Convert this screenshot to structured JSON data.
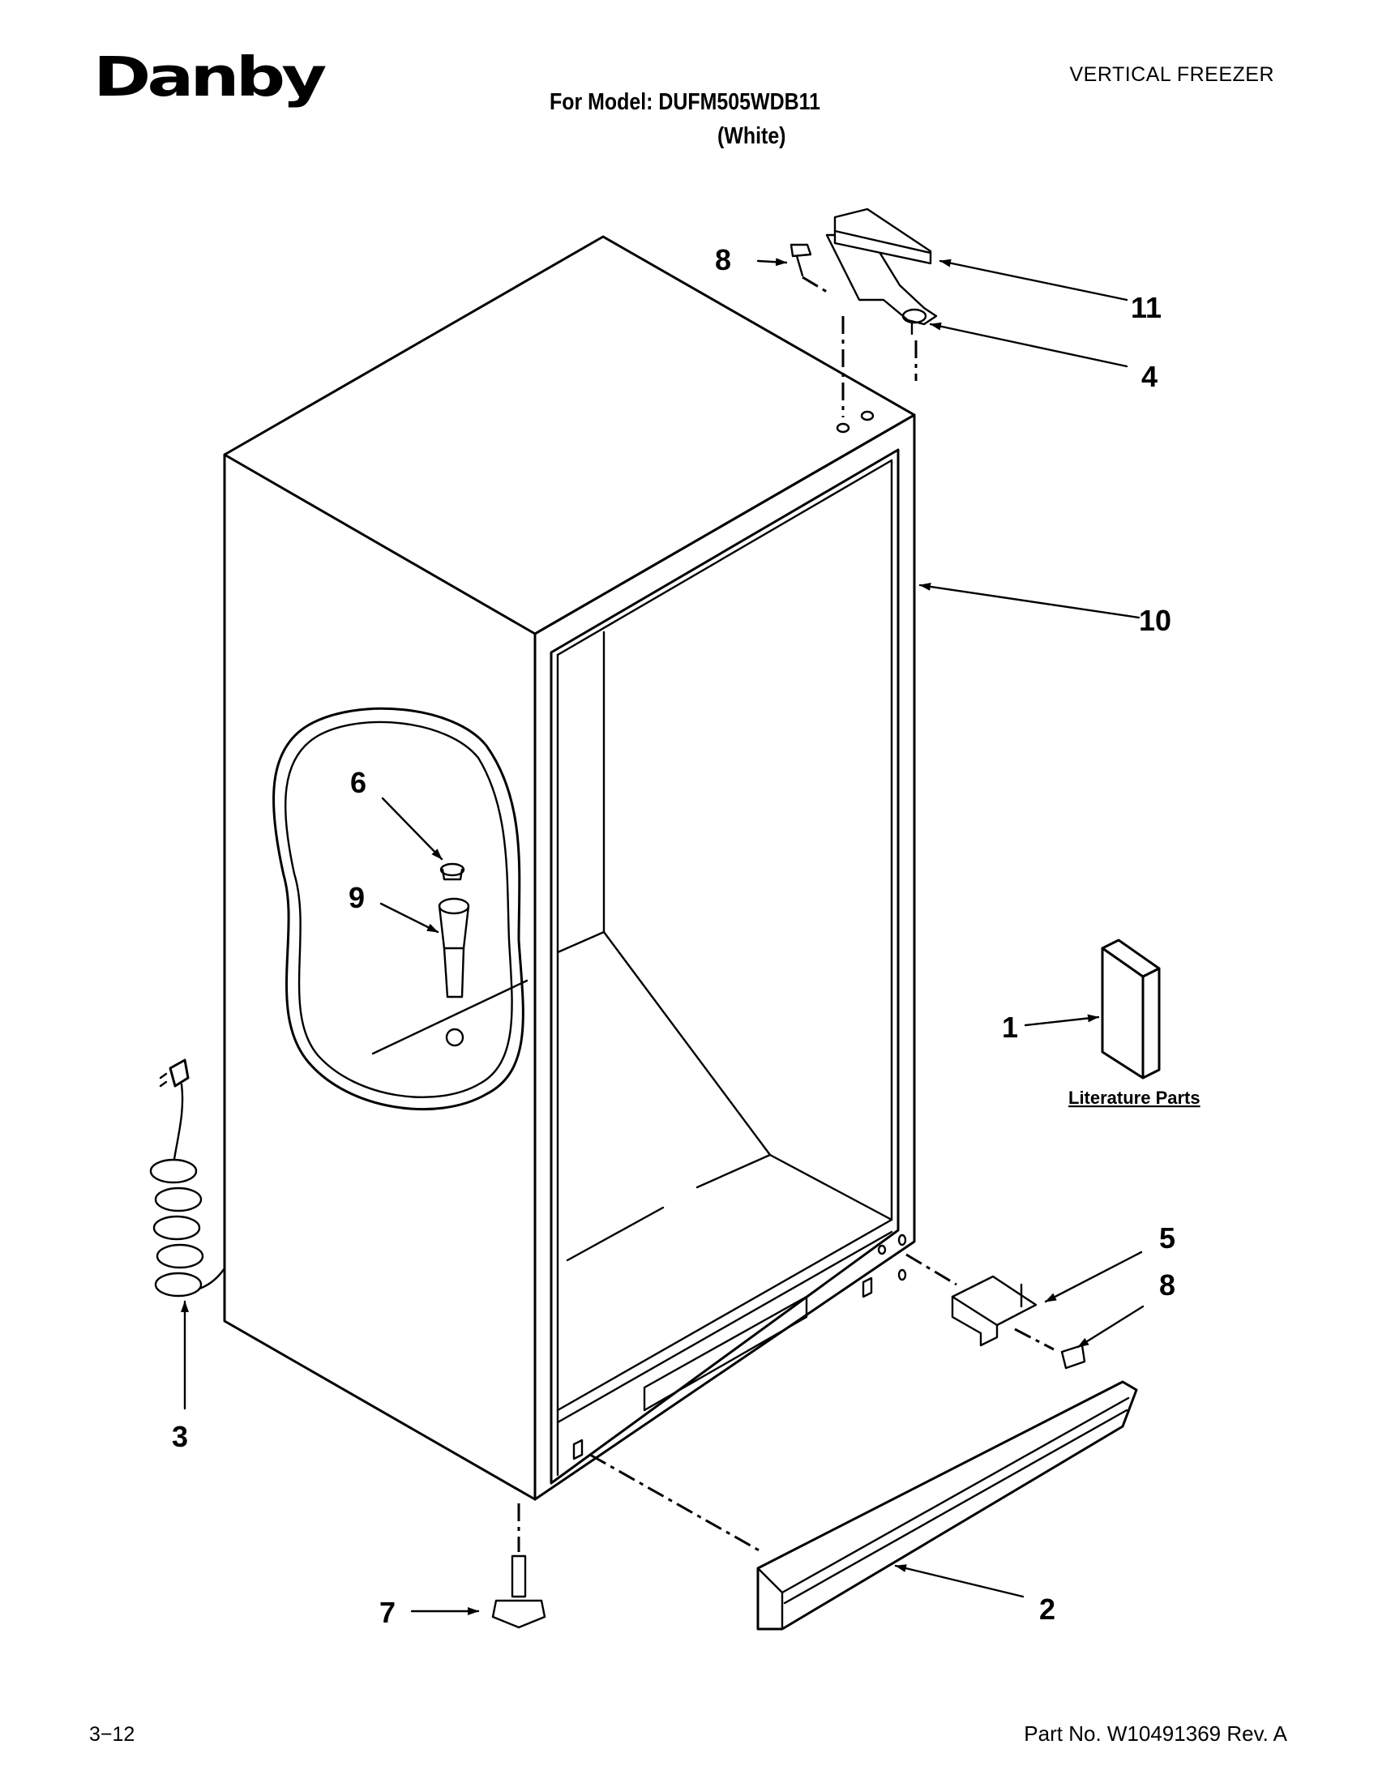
{
  "header": {
    "brand": "Danby",
    "doc_type": "VERTICAL FREEZER",
    "model_line": "For Model: DUFM505WDB11",
    "color_line": "(White)"
  },
  "diagram": {
    "callouts": {
      "c1": "1",
      "c2": "2",
      "c3": "3",
      "c4": "4",
      "c5": "5",
      "c6": "6",
      "c7": "7",
      "c8a": "8",
      "c8b": "8",
      "c9": "9",
      "c10": "10",
      "c11": "11"
    },
    "literature_label": "Literature Parts"
  },
  "footer": {
    "page": "3−12",
    "part_number": "Part No. W10491369 Rev. A"
  }
}
